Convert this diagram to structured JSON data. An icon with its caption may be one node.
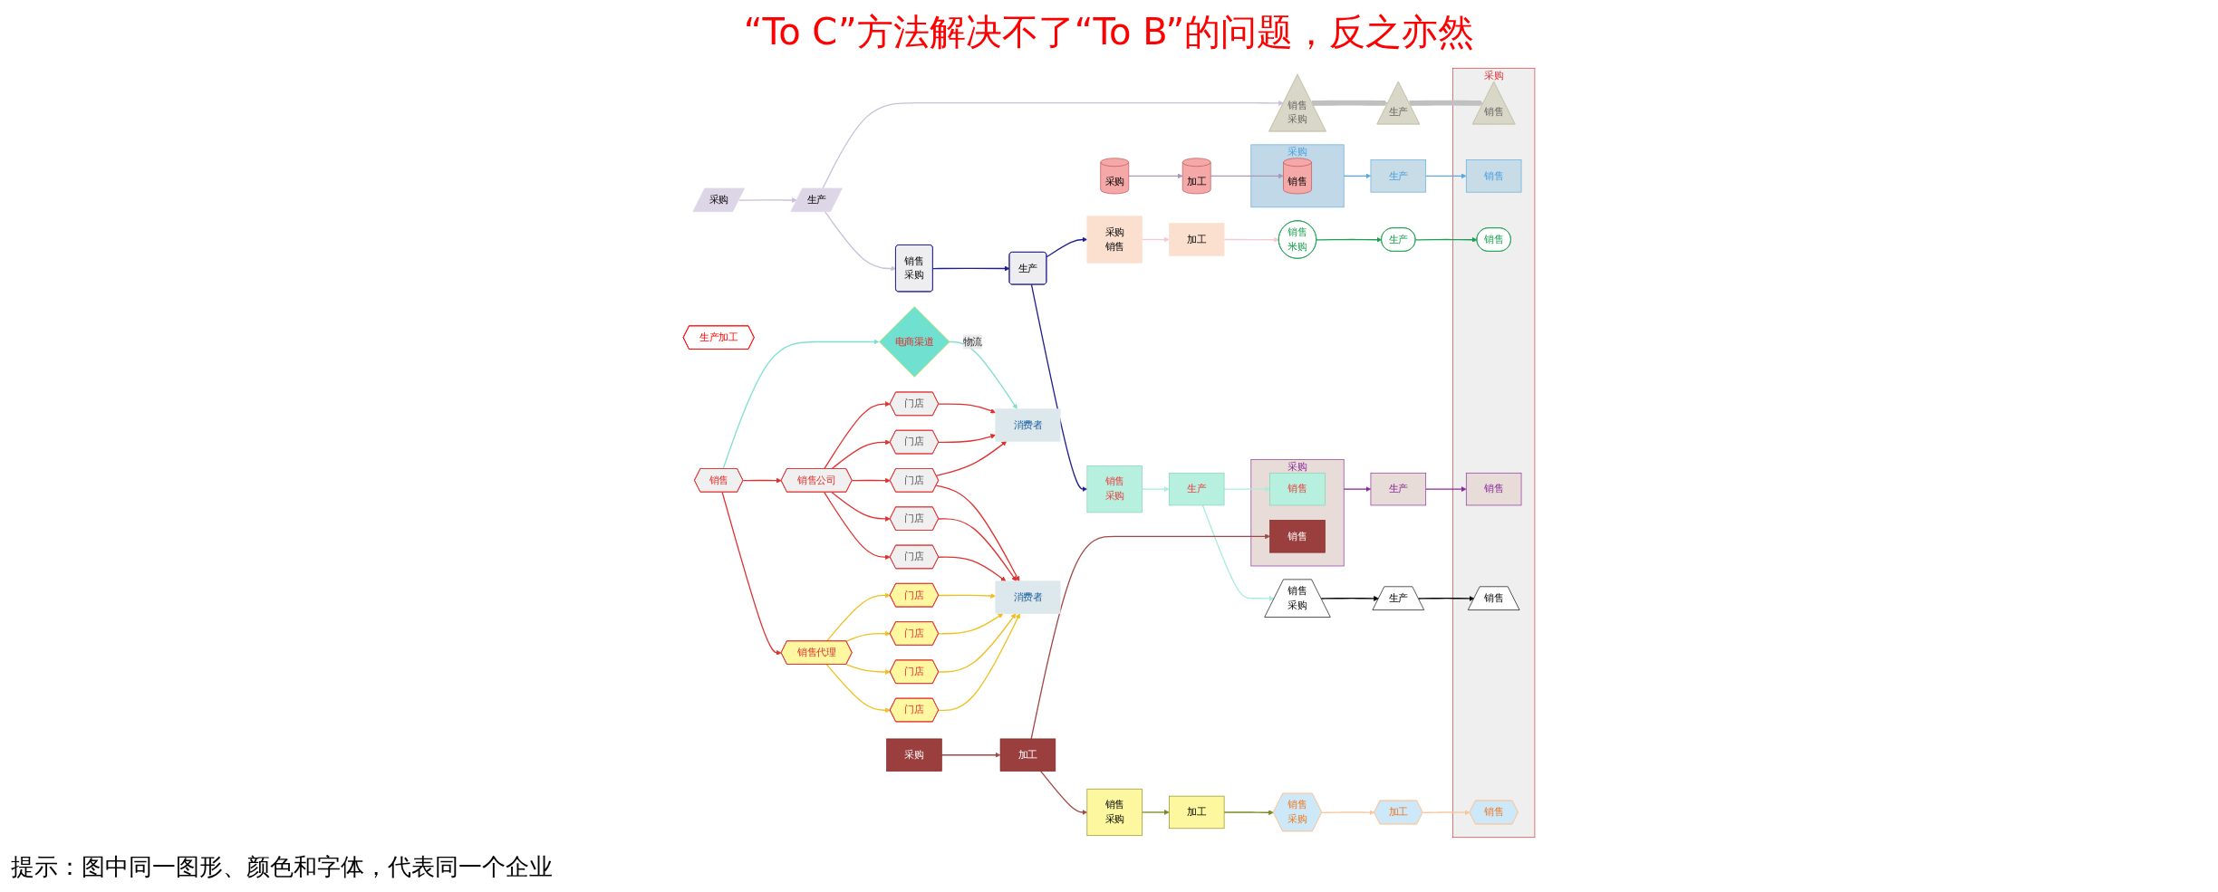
{
  "diagram": {
    "title": "“To C”方法解决不了“To B”的问题，反之亦然",
    "nodes": [
      {
        "text": [
          "采购"
        ]
      },
      {
        "text": [
          "生产"
        ]
      },
      {
        "text": [
          "销售",
          "采购"
        ]
      },
      {
        "text": [
          "生产"
        ]
      },
      {
        "text": [
          "销售",
          "采购"
        ]
      },
      {
        "text": [
          "生产"
        ]
      },
      {
        "text": [
          "采购",
          "销售"
        ]
      },
      {
        "text": [
          "销售",
          "采购"
        ]
      },
      {
        "text": [
          "采购"
        ]
      },
      {
        "text": [
          "加工"
        ]
      },
      {
        "text": [
          "采购"
        ]
      },
      {
        "text": [
          "销售"
        ],
        "in": 10
      },
      {
        "text": [
          "生产"
        ]
      },
      {
        "text": [
          "加工"
        ]
      },
      {
        "text": [
          "销售",
          "米购"
        ]
      },
      {
        "text": [
          "生产"
        ]
      },
      {
        "text": [
          "生产"
        ]
      },
      {
        "text": [
          "采购"
        ]
      },
      {
        "text": [
          "销售"
        ],
        "in": 17
      },
      {
        "text": [
          "销售"
        ],
        "in": 17
      },
      {
        "text": [
          "生产"
        ]
      },
      {
        "text": [
          "采购"
        ]
      },
      {
        "text": [
          "加工"
        ]
      },
      {
        "text": [
          "销售",
          "采购"
        ]
      },
      {
        "text": [
          "生产"
        ]
      },
      {
        "text": [
          "销售",
          "采购"
        ]
      },
      {
        "text": [
          "加工"
        ]
      },
      {
        "text": [
          "销售",
          "采购"
        ]
      },
      {
        "text": [
          "加工"
        ]
      },
      {
        "text": [
          "采购"
        ]
      },
      {
        "text": [
          "销售"
        ],
        "in": 29
      },
      {
        "text": [
          "销售"
        ],
        "in": 29
      },
      {
        "text": [
          "销售"
        ],
        "in": 29
      },
      {
        "text": [
          "销售"
        ],
        "in": 29
      },
      {
        "text": [
          "销售"
        ],
        "in": 29
      },
      {
        "text": [
          "销售"
        ],
        "in": 29
      },
      {
        "text": [
          "生产加工"
        ]
      },
      {
        "text": [
          "销售"
        ]
      },
      {
        "text": [
          "电商渠道"
        ]
      },
      {
        "text": [
          "消费者"
        ]
      },
      {
        "text": [
          "销售公司"
        ]
      },
      {
        "text": [
          "门店"
        ]
      },
      {
        "text": [
          "门店"
        ]
      },
      {
        "text": [
          "门店"
        ]
      },
      {
        "text": [
          "门店"
        ]
      },
      {
        "text": [
          "门店"
        ]
      },
      {
        "text": [
          "销售代理"
        ]
      },
      {
        "text": [
          "门店"
        ]
      },
      {
        "text": [
          "门店"
        ]
      },
      {
        "text": [
          "门店"
        ]
      },
      {
        "text": [
          "消费者"
        ]
      },
      {
        "text": [
          "门店"
        ]
      }
    ],
    "edges": [
      {
        "from": 0,
        "to": 1,
        "arrow": "to",
        "color": "#c8bfd8"
      },
      {
        "from": 1,
        "to": 2,
        "arrow": "to",
        "color": "#c8bfd8"
      },
      {
        "from": 2,
        "to": 3,
        "arrow": "to",
        "style": "thick",
        "color": "#c0c0c0"
      },
      {
        "from": 3,
        "to": 30,
        "arrow": "to",
        "style": "thick",
        "color": "#c0c0c0"
      },
      {
        "from": 1,
        "to": 4,
        "arrow": "to",
        "color": "#c8bfd8"
      },
      {
        "from": 4,
        "to": 5,
        "arrow": "to",
        "color": "#1f1f8f"
      },
      {
        "from": 5,
        "to": 6,
        "arrow": "to",
        "color": "#1f1f8f"
      },
      {
        "from": 5,
        "to": 7,
        "arrow": "to",
        "color": "#1f1f8f"
      },
      {
        "from": 8,
        "to": 9,
        "arrow": "to",
        "color": "#a89ab8"
      },
      {
        "from": 9,
        "to": 11,
        "arrow": "to",
        "color": "#a89ab8"
      },
      {
        "from": 10,
        "to": 12,
        "arrow": "to",
        "color": "#5aa9e0"
      },
      {
        "from": 12,
        "to": 31,
        "arrow": "to",
        "color": "#5aa9e0"
      },
      {
        "from": 6,
        "to": 13,
        "arrow": "to",
        "color": "#f8c8d0"
      },
      {
        "from": 13,
        "to": 14,
        "arrow": "to",
        "color": "#f8c8d0"
      },
      {
        "from": 14,
        "to": 15,
        "arrow": "to",
        "color": "#1aa050"
      },
      {
        "from": 15,
        "to": 32,
        "arrow": "to",
        "color": "#1aa050"
      },
      {
        "from": 7,
        "to": 16,
        "arrow": "to",
        "color": "#a8ecde"
      },
      {
        "from": 16,
        "to": 18,
        "arrow": "to",
        "color": "#a8ecde"
      },
      {
        "from": 16,
        "to": 23,
        "arrow": "to",
        "color": "#a8ecde"
      },
      {
        "from": 17,
        "to": 20,
        "arrow": "to",
        "color": "#8a2a9a"
      },
      {
        "from": 20,
        "to": 33,
        "arrow": "to",
        "color": "#8a2a9a"
      },
      {
        "from": 21,
        "to": 22,
        "arrow": "to",
        "color": "#a04848"
      },
      {
        "from": 22,
        "to": 25,
        "arrow": "to",
        "color": "#a04848"
      },
      {
        "from": 22,
        "to": 19,
        "arrow": "to",
        "color": "#a04848"
      },
      {
        "from": 23,
        "to": 24,
        "arrow": "to",
        "color": "#000000"
      },
      {
        "from": 24,
        "to": 34,
        "arrow": "to",
        "color": "#000000"
      },
      {
        "from": 25,
        "to": 26,
        "arrow": "to",
        "color": "#7a8a20"
      },
      {
        "from": 26,
        "to": 27,
        "arrow": "to",
        "color": "#7a8a20"
      },
      {
        "from": 27,
        "to": 28,
        "arrow": "to",
        "color": "#f8c8a0"
      },
      {
        "from": 28,
        "to": 35,
        "arrow": "to",
        "color": "#f8c8a0"
      },
      {
        "from": 37,
        "to": 38,
        "arrow": "to",
        "color": "#80e0d0"
      },
      {
        "from": 38,
        "to": 39,
        "arrow": "to",
        "label": "物流",
        "color": "#80e0d0"
      },
      {
        "from": 37,
        "to": 40,
        "arrow": "to"
      },
      {
        "from": 40,
        "to": 41,
        "arrow": "to"
      },
      {
        "from": 40,
        "to": 42,
        "arrow": "to"
      },
      {
        "from": 40,
        "to": 43,
        "arrow": "to"
      },
      {
        "from": 40,
        "to": 44,
        "arrow": "to"
      },
      {
        "from": 40,
        "to": 45,
        "arrow": "to"
      },
      {
        "from": 41,
        "to": 39,
        "arrow": "to"
      },
      {
        "from": 42,
        "to": 39,
        "arrow": "to"
      },
      {
        "from": 43,
        "to": 39,
        "arrow": "to"
      },
      {
        "from": 43,
        "to": 50,
        "arrow": "to"
      },
      {
        "from": 44,
        "to": 50,
        "arrow": "to"
      },
      {
        "from": 45,
        "to": 50,
        "arrow": "to"
      },
      {
        "from": 37,
        "to": 46,
        "arrow": "to"
      },
      {
        "from": 46,
        "to": 51,
        "arrow": "to",
        "color": "#f0c020"
      },
      {
        "from": 46,
        "to": 48,
        "arrow": "to",
        "color": "#f0c020"
      },
      {
        "from": 46,
        "to": 49,
        "arrow": "to",
        "color": "#f0c020"
      },
      {
        "from": 46,
        "to": 47,
        "arrow": "to",
        "color": "#f0c020"
      },
      {
        "from": 47,
        "to": 50,
        "arrow": "to",
        "color": "#f0c020"
      },
      {
        "from": 48,
        "to": 50,
        "arrow": "to",
        "color": "#f0c020"
      },
      {
        "from": 49,
        "to": 50,
        "arrow": "to",
        "color": "#f0c020"
      },
      {
        "from": 51,
        "to": 50,
        "arrow": "to",
        "color": "#f0c020"
      }
    ],
    "labels": [
      "提示：图中同一图形、颜色和字体，代表同一个企业"
    ]
  }
}
